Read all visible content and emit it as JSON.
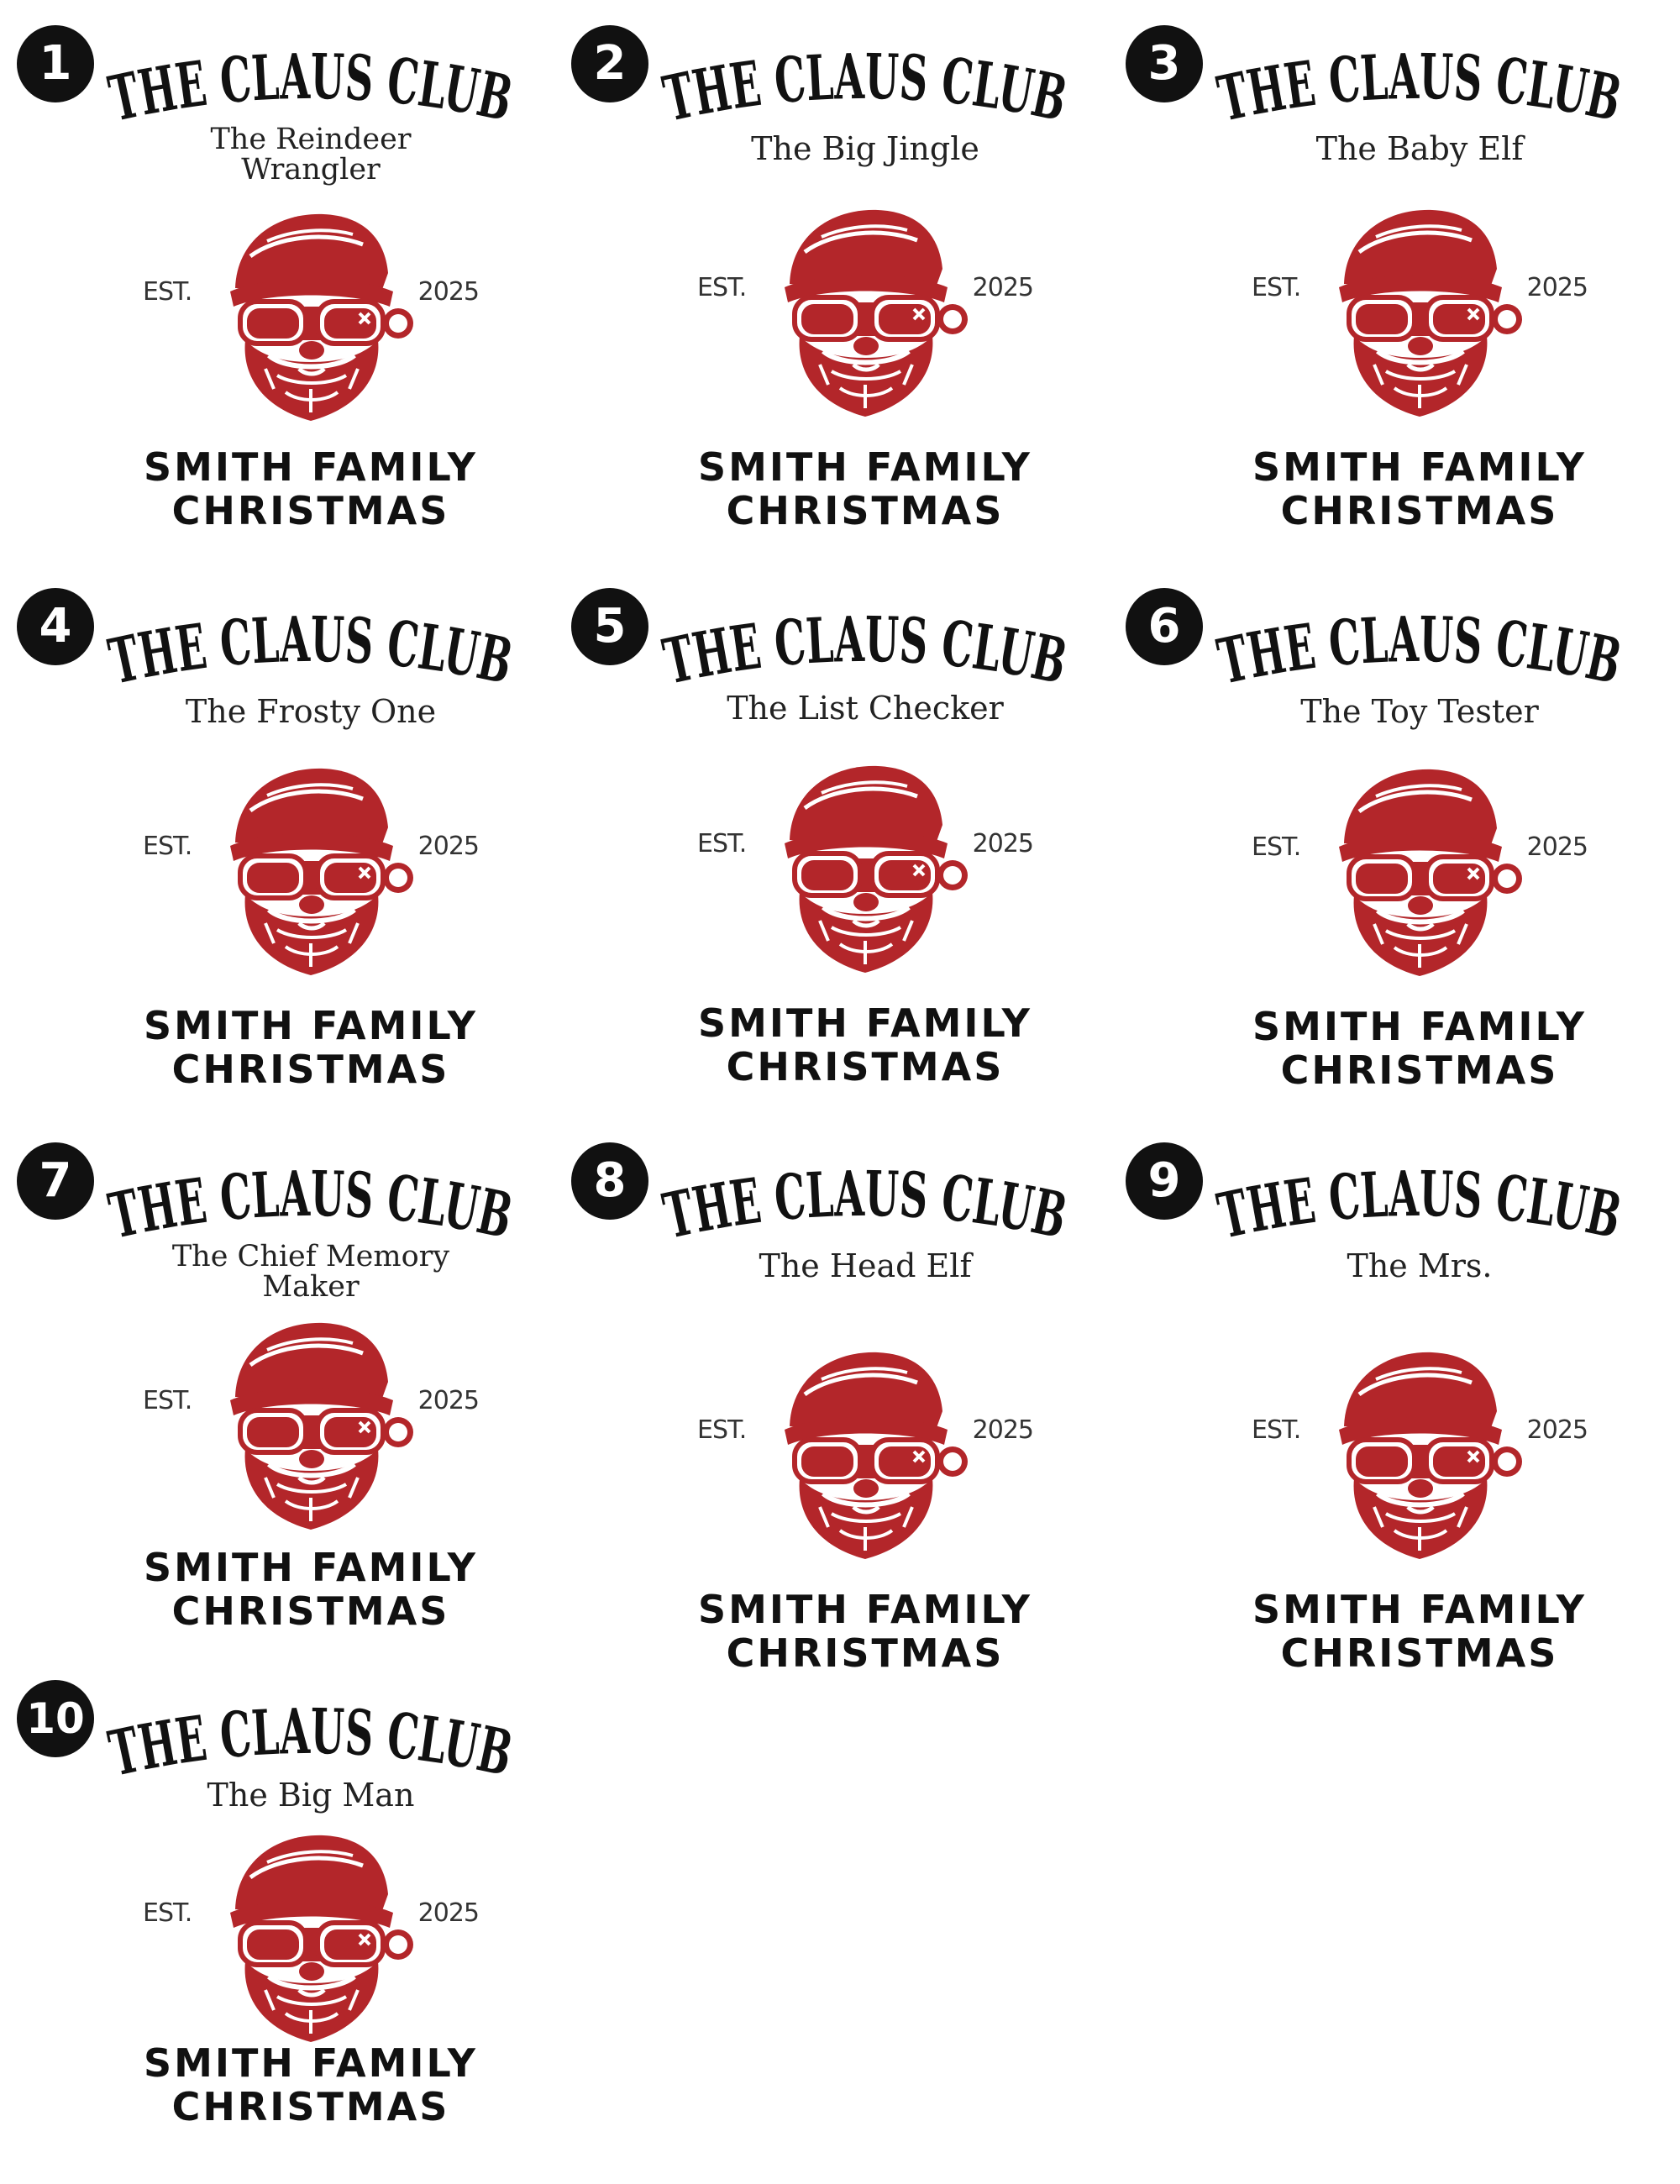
{
  "designs": [
    {
      "number": "1",
      "title": "THE CLAUS CLUB",
      "subtitle": "The Reindeer Wrangler",
      "est": "EST.",
      "year": "2025",
      "family_line1": "SMITH FAMILY",
      "family_line2": "CHRISTMAS"
    },
    {
      "number": "2",
      "title": "THE CLAUS CLUB",
      "subtitle": "The Big Jingle",
      "est": "EST.",
      "year": "2025",
      "family_line1": "SMITH FAMILY",
      "family_line2": "CHRISTMAS"
    },
    {
      "number": "3",
      "title": "THE CLAUS CLUB",
      "subtitle": "The Baby Elf",
      "est": "EST.",
      "year": "2025",
      "family_line1": "SMITH FAMILY",
      "family_line2": "CHRISTMAS"
    },
    {
      "number": "4",
      "title": "THE CLAUS CLUB",
      "subtitle": "The Frosty One",
      "est": "EST.",
      "year": "2025",
      "family_line1": "SMITH FAMILY",
      "family_line2": "CHRISTMAS"
    },
    {
      "number": "5",
      "title": "THE CLAUS CLUB",
      "subtitle": "The List Checker",
      "est": "EST.",
      "year": "2025",
      "family_line1": "SMITH FAMILY",
      "family_line2": "CHRISTMAS"
    },
    {
      "number": "6",
      "title": "THE CLAUS CLUB",
      "subtitle": "The Toy Tester",
      "est": "EST.",
      "year": "2025",
      "family_line1": "SMITH FAMILY",
      "family_line2": "CHRISTMAS"
    },
    {
      "number": "7",
      "title": "THE CLAUS CLUB",
      "subtitle": "The Chief Memory Maker",
      "est": "EST.",
      "year": "2025",
      "family_line1": "SMITH FAMILY",
      "family_line2": "CHRISTMAS"
    },
    {
      "number": "8",
      "title": "THE CLAUS CLUB",
      "subtitle": "The Head Elf",
      "est": "EST.",
      "year": "2025",
      "family_line1": "SMITH FAMILY",
      "family_line2": "CHRISTMAS"
    },
    {
      "number": "9",
      "title": "THE CLAUS CLUB",
      "subtitle": "The Mrs.",
      "est": "EST.",
      "year": "2025",
      "family_line1": "SMITH FAMILY",
      "family_line2": "CHRISTMAS"
    },
    {
      "number": "10",
      "title": "THE CLAUS CLUB",
      "subtitle": "The Big Man",
      "est": "EST.",
      "year": "2025",
      "family_line1": "SMITH FAMILY",
      "family_line2": "CHRISTMAS"
    }
  ],
  "colors": {
    "santa_red": "#b3262a",
    "ink": "#111111",
    "background": "#ffffff"
  },
  "icons": {
    "santa": "santa-with-sunglasses-icon"
  }
}
